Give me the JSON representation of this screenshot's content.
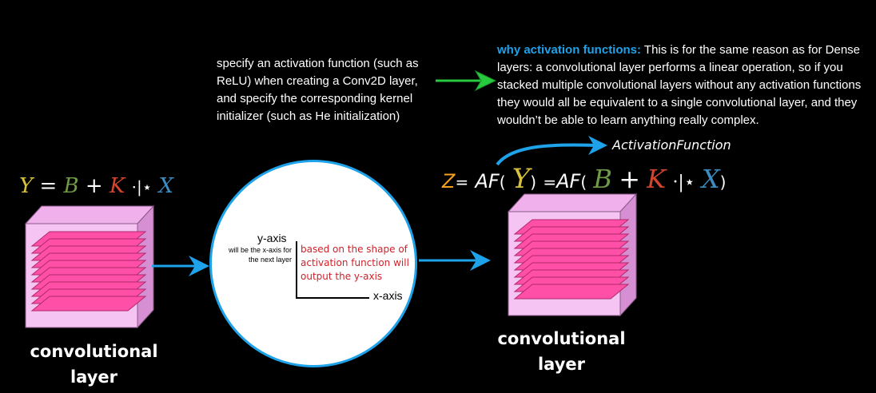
{
  "notes": {
    "left": "specify an activation function (such as ReLU) when creating a Conv2D layer, and specify the corresponding kernel initializer (such as He initialization)",
    "right_heading": "why activation functions:",
    "right_body": " This is for the same reason as for Dense layers: a convolutional layer performs a linear operation, so if you stacked multiple convolutional layers without any activation functions they would all be equivalent to a single convolutional layer, and they wouldn’t be able to learn anything really complex."
  },
  "equation_left": {
    "Y": "Y",
    "eq": "=",
    "B": "B",
    "plus": "+",
    "K": "K",
    "op": "·|⋆",
    "X": "X"
  },
  "equation_right": {
    "Z": "Z",
    "eq1": "=",
    "af1": "AF",
    "lp1": "(",
    "Y": "Y",
    "rp1": ")",
    "eq2": "=",
    "af2": "AF",
    "lp2": "(",
    "B": "B",
    "plus": "+",
    "K": "K",
    "op": "·|⋆",
    "X": "X",
    "rp2": ")"
  },
  "activation_label": "ActivationFunction",
  "circle": {
    "y_axis": "y-axis",
    "y_axis_note": "will be the x-axis for the next layer",
    "shape_note": "based on the shape of activation function will output the y-axis",
    "x_axis": "x-axis"
  },
  "layers": {
    "left_label": "convolutional layer",
    "right_label": "convolutional layer"
  },
  "colors": {
    "accent_blue": "#1ea2ea",
    "green_arrow": "#27c93f",
    "red_text": "#d0212a",
    "Y": "#d8c13a",
    "B": "#6f9a48",
    "K": "#d2442d",
    "X": "#3c8cc2",
    "Z": "#f4a21c",
    "cube_face": "#f3b6f0",
    "cube_side": "#d996d6",
    "filter_pink": "#ff4fa6"
  }
}
